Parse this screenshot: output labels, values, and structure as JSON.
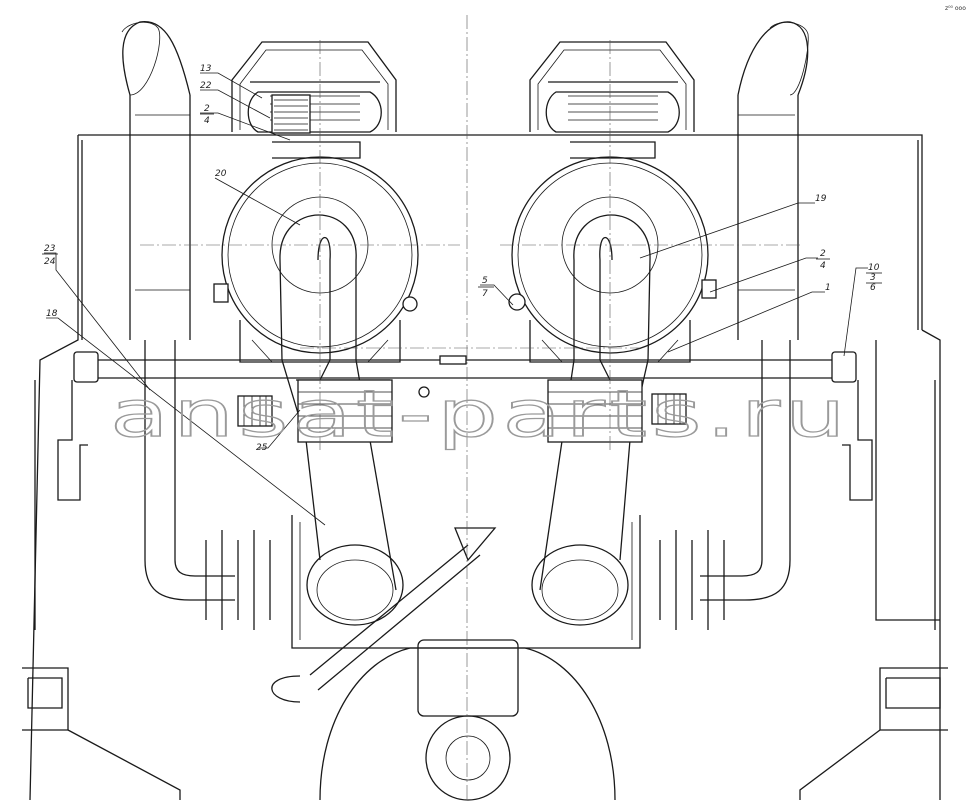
{
  "corner_mark": "z⁰⁰ ооо",
  "watermark": "ansat-parts.ru",
  "callouts": {
    "c13": "13",
    "c22": "22",
    "c2_top": "2",
    "c4_top": "4",
    "c20": "20",
    "c19": "19",
    "c23": "23",
    "c24": "24",
    "c18": "18",
    "c5": "5",
    "c7": "7",
    "c2_right": "2",
    "c4_right": "4",
    "c10": "10",
    "c3": "3",
    "c6": "6",
    "c1": "1",
    "c25": "25"
  },
  "colors": {
    "line": "#1a1a1a",
    "watermark": "#9a9a9a"
  }
}
